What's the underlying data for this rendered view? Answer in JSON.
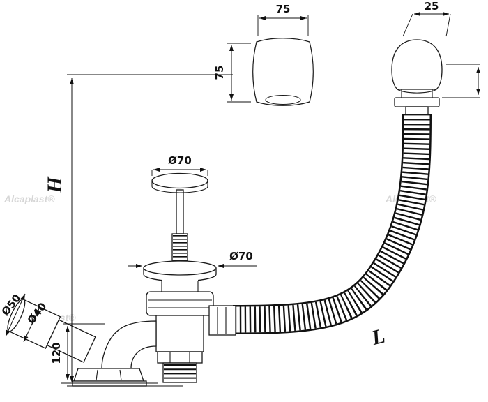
{
  "watermark": {
    "text": "Alcaplast®"
  },
  "dims": {
    "knob_width": "75",
    "knob_height": "75",
    "cap_offset": "25",
    "overall_height": "H",
    "plug_dia": "Ø70",
    "flange_dia": "Ø70",
    "outlet_dia_outer": "Ø50",
    "outlet_dia_inner": "Ø40",
    "elbow_height": "120",
    "hose_length": "L"
  }
}
